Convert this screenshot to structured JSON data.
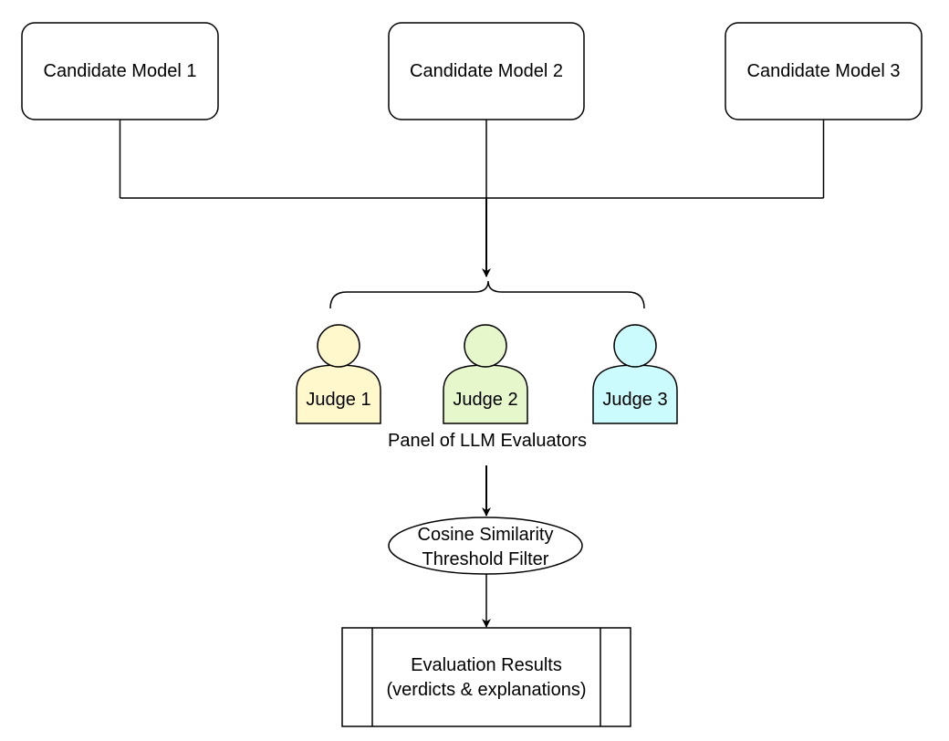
{
  "models": [
    {
      "label": "Candidate Model 1"
    },
    {
      "label": "Candidate Model 2"
    },
    {
      "label": "Candidate Model 3"
    }
  ],
  "judges": [
    {
      "label": "Judge 1",
      "color": "#fff8cc",
      "stroke": "#000000"
    },
    {
      "label": "Judge 2",
      "color": "#e6f7cc",
      "stroke": "#000000"
    },
    {
      "label": "Judge 3",
      "color": "#ccfbfd",
      "stroke": "#000000"
    }
  ],
  "panel_label": "Panel of LLM Evaluators",
  "filter": {
    "line1": "Cosine Similarity",
    "line2": "Threshold Filter"
  },
  "results": {
    "line1": "Evaluation Results",
    "line2": "(verdicts & explanations)"
  }
}
